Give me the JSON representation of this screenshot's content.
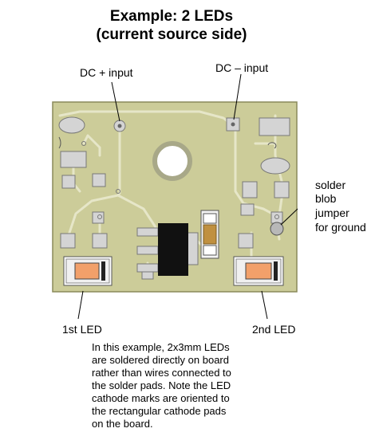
{
  "title_line1": "Example: 2 LEDs",
  "title_line2": "(current source side)",
  "labels": {
    "dc_plus": "DC + input",
    "dc_minus": "DC – input",
    "solder_blob": [
      "solder",
      "blob",
      "jumper",
      "for ground"
    ],
    "led1": "1st LED",
    "led2": "2nd LED"
  },
  "note_lines": [
    "In this example, 2x3mm LEDs",
    "are soldered directly on board",
    "rather than wires connected to",
    "the solder pads. Note the LED",
    "cathode marks are oriented to",
    "the rectangular cathode pads",
    "on the board."
  ],
  "colors": {
    "board": "#cccc99",
    "board_edge": "#8a8a5a",
    "trace": "#e6e6c8",
    "pad": "#d4d4d4",
    "ic_body": "#111111",
    "resistor_body": "#c09040",
    "led_body": "#f2a06a",
    "solder_blob": "#b8b8b8"
  }
}
